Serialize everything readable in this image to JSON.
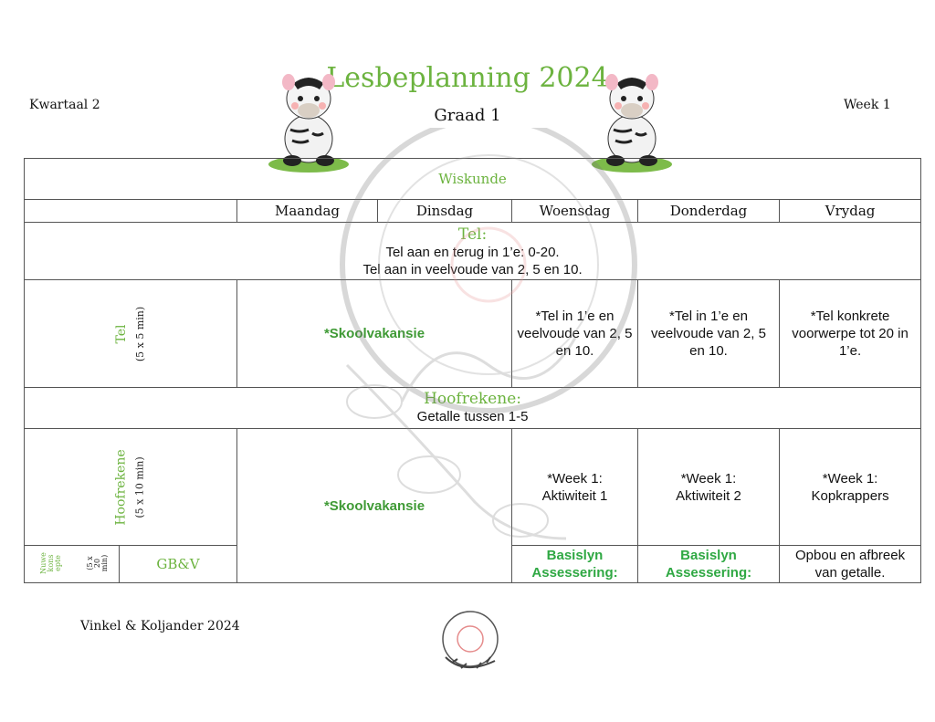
{
  "header": {
    "quarter": "Kwartaal 2",
    "week": "Week 1",
    "title": "Lesbeplanning 2024",
    "grade": "Graad 1"
  },
  "subject": "Wiskunde",
  "days": [
    "Maandag",
    "Dinsdag",
    "Woensdag",
    "Donderdag",
    "Vrydag"
  ],
  "tel": {
    "heading": "Tel:",
    "line1": "Tel aan en terug in 1’e: 0-20.",
    "line2": "Tel aan in veelvoude van 2, 5 en 10.",
    "label": "Tel",
    "duration": "(5 x 5 min)",
    "holiday": "*Skoolvakansie",
    "woensdag": "*Tel in 1’e en veelvoude van 2, 5 en 10.",
    "donderdag": "*Tel in 1’e en veelvoude van 2, 5 en 10.",
    "vrydag": "*Tel konkrete voorwerpe tot 20 in 1’e."
  },
  "hoofrekene": {
    "heading": "Hoofrekene:",
    "line": "Getalle tussen 1-5",
    "label": "Hoofrekene",
    "duration": "(5 x 10 min)",
    "holiday": "*Skoolvakansie",
    "woensdag_1": "*Week 1:",
    "woensdag_2": "Aktiwiteit 1",
    "donderdag_1": "*Week 1:",
    "donderdag_2": "Aktiwiteit 2",
    "vrydag_1": "*Week 1:",
    "vrydag_2": "Kopkrappers"
  },
  "nuwe": {
    "label_1": "Nuwe",
    "label_2": "kons",
    "label_3": "epte",
    "duration_1": "(5 x",
    "duration_2": "20",
    "duration_3": "min)",
    "area": "GB&V",
    "woensdag_1": "Basislyn",
    "woensdag_2": "Assessering:",
    "donderdag_1": "Basislyn",
    "donderdag_2": "Assessering:",
    "vrydag": "Opbou en afbreek van getalle."
  },
  "footer": {
    "credit": "Vinkel & Koljander 2024"
  },
  "colors": {
    "accent_green": "#6cb33f",
    "bold_green": "#3f9a35",
    "assessment_green": "#2fa843"
  }
}
